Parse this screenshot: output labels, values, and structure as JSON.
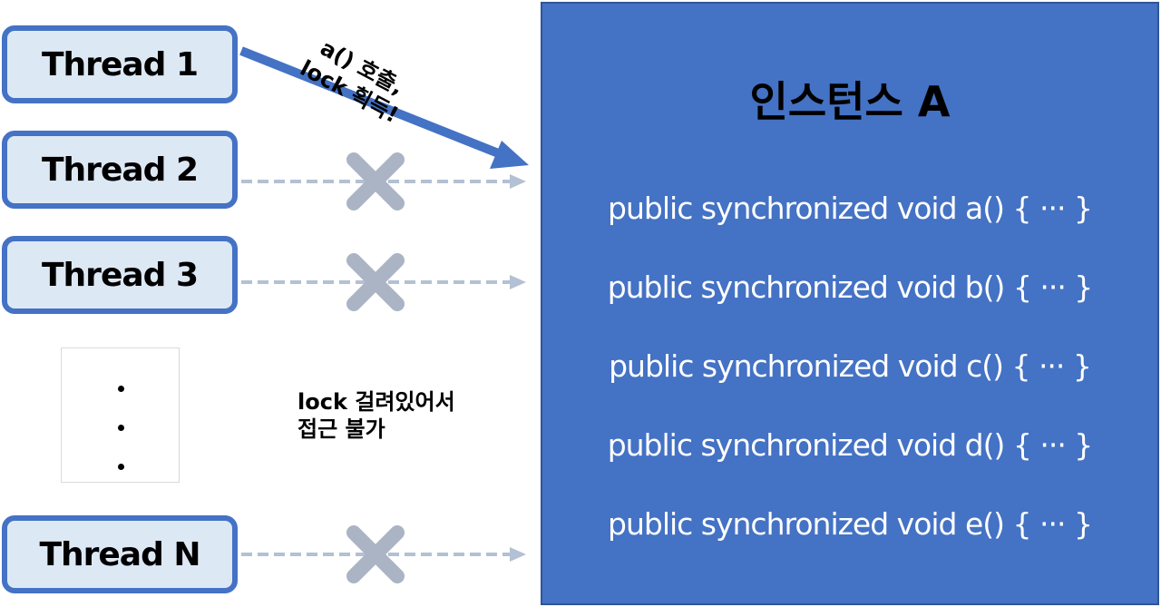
{
  "threads": [
    {
      "label": "Thread 1"
    },
    {
      "label": "Thread 2"
    },
    {
      "label": "Thread 3"
    },
    {
      "label": "Thread N"
    }
  ],
  "acquired_label": {
    "line1": "a() 호출,",
    "line2": "lock 획득!"
  },
  "blocked_label": {
    "line1": "lock 걸려있어서",
    "line2": "접근 불가"
  },
  "instance": {
    "title": "인스턴스 A",
    "methods": [
      "public synchronized void a() { ··· }",
      "public synchronized void b() { ··· }",
      "public synchronized void c() { ··· }",
      "public synchronized void d() { ··· }",
      "public synchronized void e() { ··· }"
    ]
  },
  "colors": {
    "panel": "#4472c4",
    "thread_fill": "#dde8f5",
    "blocked_arrow": "#b4c0d3",
    "block_x": "#aab4c4"
  }
}
